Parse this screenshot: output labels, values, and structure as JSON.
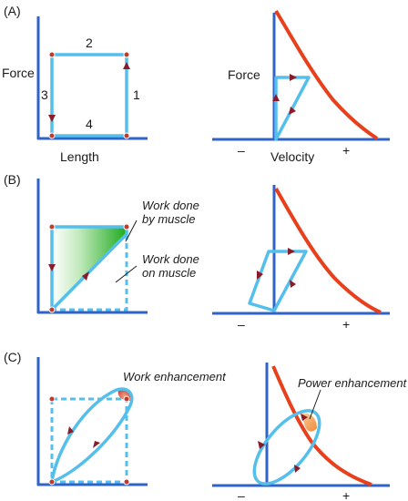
{
  "panels": {
    "a": {
      "label": "(A)",
      "left": {
        "ylabel": "Force",
        "xlabel": "Length",
        "sides": [
          "1",
          "2",
          "3",
          "4"
        ]
      },
      "right": {
        "ylabel": "Force",
        "xlabel": "Velocity",
        "minus": "–",
        "plus": "+"
      }
    },
    "b": {
      "label": "(B)",
      "note_by_line1": "Work done",
      "note_by_line2": "by muscle",
      "note_on_line1": "Work done",
      "note_on_line2": "on muscle",
      "right": {
        "minus": "–",
        "plus": "+"
      }
    },
    "c": {
      "label": "(C)",
      "note_work": "Work enhancement",
      "note_power": "Power enhancement",
      "right": {
        "minus": "–",
        "plus": "+"
      }
    }
  },
  "colors": {
    "axis": "#2f63c8",
    "loop": "#55bfeb",
    "curve": "#e8401c",
    "arrow": "#8a1c2a",
    "work_fill": "#2eb52e",
    "enhancement": "#e87a3a"
  }
}
